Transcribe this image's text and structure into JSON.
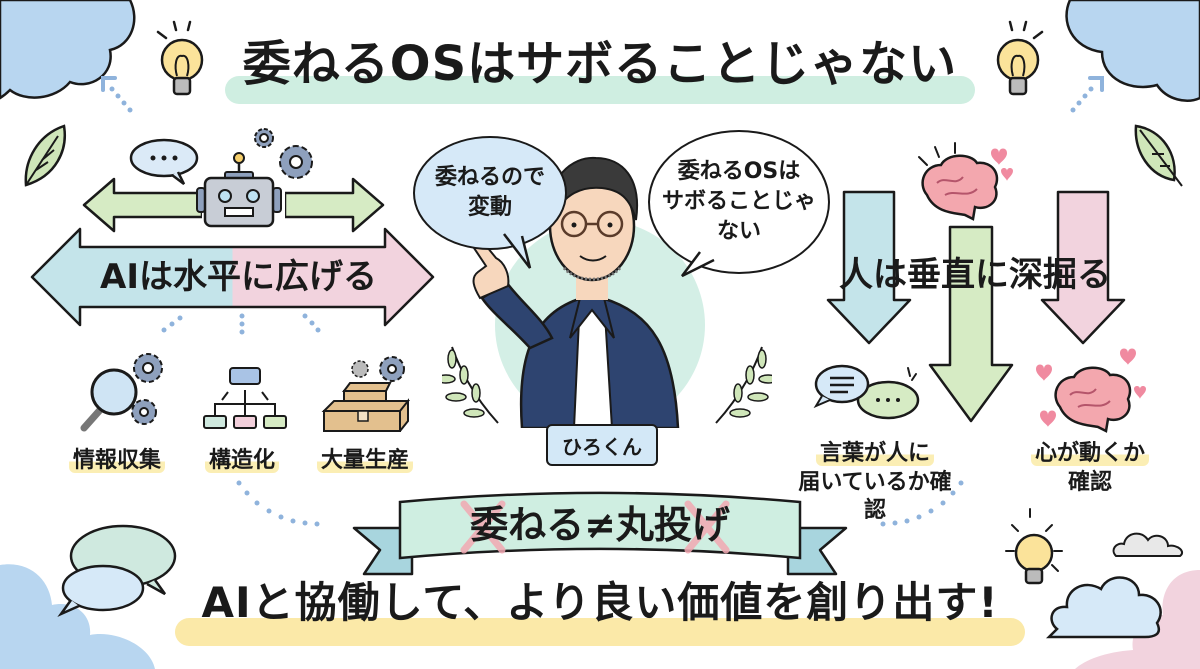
{
  "title": "委ねるOSはサボることじゃない",
  "left_section": {
    "heading": "AIは水平に広げる",
    "items": [
      {
        "label": "情報収集",
        "icon": "magnifier-gears-icon"
      },
      {
        "label": "構造化",
        "icon": "hierarchy-icon"
      },
      {
        "label": "大量生産",
        "icon": "boxes-gears-icon"
      }
    ],
    "robot_bubble": "…"
  },
  "center": {
    "bubble_left": [
      "委ねるので",
      "変動"
    ],
    "bubble_right": [
      "委ねるOSは",
      "サボることじゃ",
      "ない"
    ],
    "name_tag": "ひろくん"
  },
  "right_section": {
    "heading": "人は垂直に深掘る",
    "items": [
      {
        "label_lines": [
          "言葉が人に",
          "届いているか確認"
        ],
        "icon": "chat-bubbles-icon"
      },
      {
        "label_lines": [
          "心が動くか",
          "確認"
        ],
        "icon": "brain-hearts-icon"
      }
    ]
  },
  "banner": {
    "text": "委ねる≠丸投げ"
  },
  "footer": {
    "text": "AIと協働して、より良い価値を創り出す!"
  },
  "colors": {
    "mint": "#cfeee1",
    "sky": "#b8d6f0",
    "pink": "#f2d3de",
    "green": "#d6ebc4",
    "yellow": "#fbe9a8",
    "navy": "#2e4470",
    "ink": "#1a1a1a"
  }
}
